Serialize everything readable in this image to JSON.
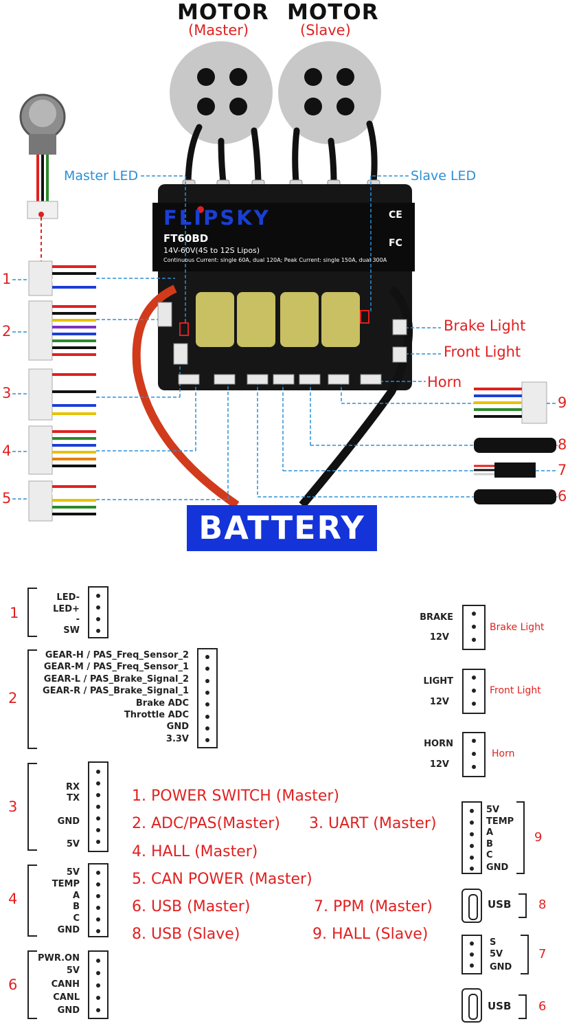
{
  "top": {
    "motor_master_title": "MOTOR",
    "motor_master_sub": "(Master)",
    "motor_slave_title": "MOTOR",
    "motor_slave_sub": "(Slave)",
    "master_led": "Master LED",
    "slave_led": "Slave LED",
    "brake_light": "Brake Light",
    "front_light": "Front Light",
    "horn": "Horn",
    "battery": "BATTERY",
    "left_numbers": [
      "1",
      "2",
      "3",
      "4",
      "5"
    ],
    "right_numbers": [
      "9",
      "8",
      "7",
      "6"
    ]
  },
  "board": {
    "brand": "FLIPSKY",
    "model": "FT60BD",
    "voltage": "14V-60V(4S to 12S Lipos)",
    "current": "Continuous Current: single 60A, dual 120A; Peak Current: single 150A, dual 300A",
    "cert_ce": "CE",
    "cert_fc": "FC"
  },
  "pinouts": {
    "c1": {
      "num": "1",
      "pins": [
        "LED-",
        "LED+",
        "-",
        "SW"
      ]
    },
    "c2": {
      "num": "2",
      "pins": [
        "GEAR-H / PAS_Freq_Sensor_2",
        "GEAR-M / PAS_Freq_Sensor_1",
        "GEAR-L / PAS_Brake_Signal_2",
        "GEAR-R / PAS_Brake_Signal_1",
        "Brake ADC",
        "Throttle ADC",
        "GND",
        "3.3V"
      ]
    },
    "c3": {
      "num": "3",
      "pins": [
        "RX",
        "TX",
        "GND",
        "5V"
      ]
    },
    "c4": {
      "num": "4",
      "pins": [
        "5V",
        "TEMP",
        "A",
        "B",
        "C",
        "GND"
      ]
    },
    "c6": {
      "num": "6",
      "pins": [
        "PWR.ON",
        "5V",
        "CANH",
        "CANL",
        "GND"
      ]
    },
    "brake": {
      "pins": [
        "BRAKE",
        "12V"
      ],
      "label": "Brake Light"
    },
    "light": {
      "pins": [
        "LIGHT",
        "12V"
      ],
      "label": "Front Light"
    },
    "horn": {
      "pins": [
        "HORN",
        "12V"
      ],
      "label": "Horn"
    },
    "r9": {
      "num": "9",
      "pins": [
        "5V",
        "TEMP",
        "A",
        "B",
        "C",
        "GND"
      ]
    },
    "r8": {
      "num": "8",
      "label": "USB"
    },
    "r7": {
      "num": "7",
      "pins": [
        "S",
        "5V",
        "GND"
      ]
    },
    "r6": {
      "num": "6",
      "label": "USB"
    }
  },
  "legend": {
    "l1": "1. POWER SWITCH (Master)",
    "l2": "2. ADC/PAS(Master)",
    "l3": "3. UART (Master)",
    "l4": "4. HALL (Master)",
    "l5": "5. CAN POWER (Master)",
    "l6": "6. USB (Master)",
    "l7": "7. PPM (Master)",
    "l8": "8. USB (Slave)",
    "l9": "9. HALL (Slave)"
  },
  "colors": {
    "red": "#e02020",
    "blue": "#2a8fd6",
    "battery": "#1434d9",
    "pcb": "#111111"
  }
}
